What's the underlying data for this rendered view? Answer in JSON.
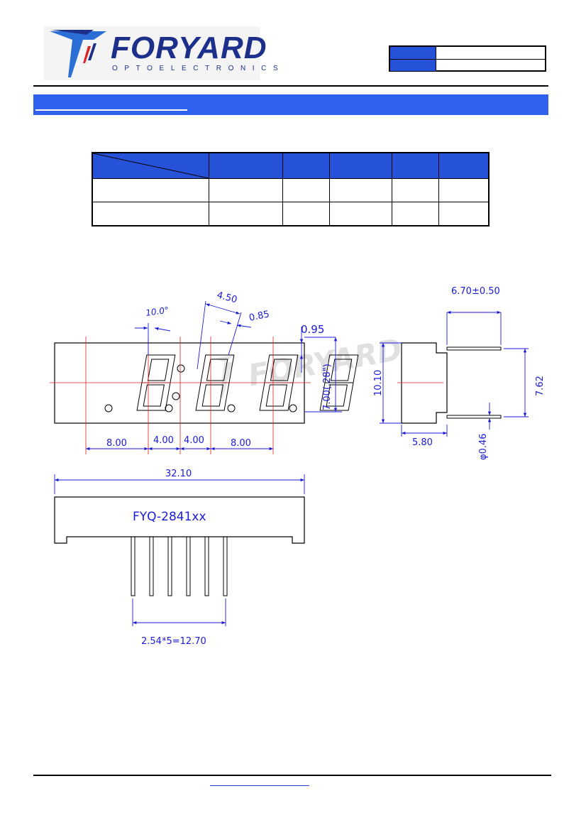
{
  "logo": {
    "brand": "FORYARD",
    "subtitle": "OPTOELECTRONICS"
  },
  "header_box": {
    "rows": [
      {
        "label": "",
        "value": ""
      },
      {
        "label": "",
        "value": ""
      }
    ]
  },
  "title_bar": {
    "text": ""
  },
  "spec_table": {
    "header": [
      "",
      "",
      "",
      "",
      "",
      ""
    ],
    "rows": [
      [
        "",
        "",
        "",
        "",
        "",
        ""
      ],
      [
        "",
        "",
        "",
        "",
        "",
        ""
      ]
    ]
  },
  "drawing": {
    "front": {
      "angle": "10.0°",
      "digit_pitch": "4.50",
      "segment_width": "0.85",
      "top_offset": "0.95",
      "digit_height": "7.00(.28\")",
      "spacing": [
        "8.00",
        "4.00",
        "4.00",
        "8.00"
      ]
    },
    "side": {
      "depth": "6.70±0.50",
      "height": "10.10",
      "pin_span": "7.62",
      "body": "5.80",
      "pin_diameter": "φ0.46"
    },
    "bottom": {
      "length": "32.10",
      "part_number": "FYQ-2841xx",
      "pin_pitch": "2.54*5=12.70"
    },
    "watermark": "FORYARD"
  },
  "colors": {
    "brand_blue": "#1c2f8a",
    "title_bar": "#2f61ee",
    "table_header": "#2552d8",
    "dimension": "#1a1ad8",
    "centerline": "#e02020"
  }
}
